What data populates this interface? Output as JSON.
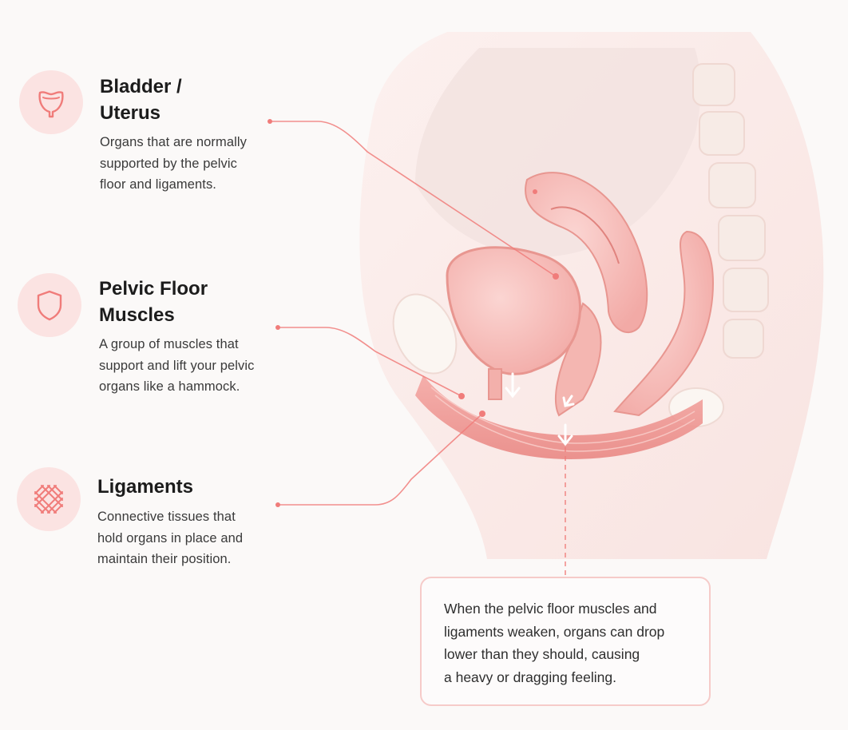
{
  "items": [
    {
      "id": "bladder-uterus",
      "title": "Bladder /\nUterus",
      "description": "Organs that are normally\nsupported by the pelvic\nfloor and ligaments.",
      "icon": "bladder-icon"
    },
    {
      "id": "pelvic-floor",
      "title": "Pelvic Floor\nMuscles",
      "description": "A group of muscles that\nsupport and lift your pelvic\norgans like a hammock.",
      "icon": "shield-icon"
    },
    {
      "id": "ligaments",
      "title": "Ligaments",
      "description": "Connective tissues that\nhold organs in place and\nmaintain their position.",
      "icon": "mesh-icon"
    }
  ],
  "callout": {
    "text": "When the pelvic floor muscles and\nligaments weaken, organs can drop\nlower than they should, causing\na heavy or dragging feeling."
  },
  "colors": {
    "accent": "#f07c7a",
    "icon_bg": "#fbe3e2",
    "tissue": "#f6c4c0",
    "muscle": "#ee9a97",
    "background": "#fbf9f8"
  }
}
